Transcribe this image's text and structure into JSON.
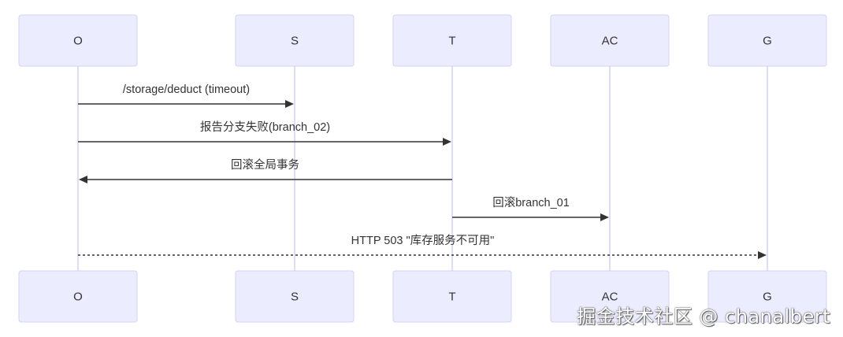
{
  "actors": [
    {
      "id": "O",
      "label": "O"
    },
    {
      "id": "S",
      "label": "S"
    },
    {
      "id": "T",
      "label": "T"
    },
    {
      "id": "AC",
      "label": "AC"
    },
    {
      "id": "G",
      "label": "G"
    }
  ],
  "messages": [
    {
      "from": "O",
      "to": "S",
      "label": "/storage/deduct (timeout)",
      "style": "solid"
    },
    {
      "from": "O",
      "to": "T",
      "label": "报告分支失败(branch_02)",
      "style": "solid"
    },
    {
      "from": "T",
      "to": "O",
      "label": "回滚全局事务",
      "style": "solid"
    },
    {
      "from": "T",
      "to": "AC",
      "label": "回滚branch_01",
      "style": "solid"
    },
    {
      "from": "O",
      "to": "G",
      "label": "HTTP 503 \"库存服务不可用\"",
      "style": "dotted"
    }
  ],
  "colors": {
    "actor_fill": "#ececff",
    "actor_stroke": "#d3d3f2",
    "lifeline": "#d3d3f2",
    "message": "#333333"
  },
  "watermark": "掘金技术社区 @ chanalbert"
}
